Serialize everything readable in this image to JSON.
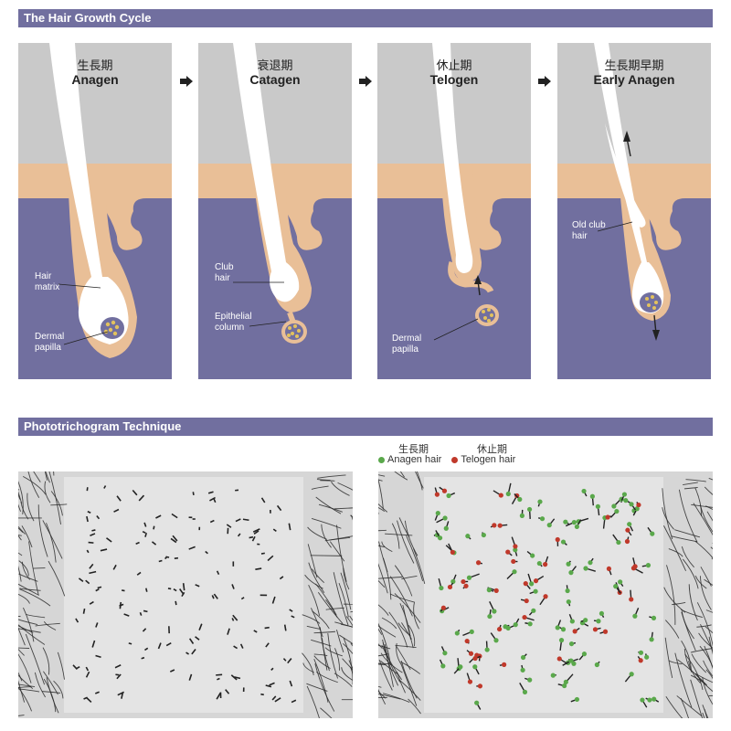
{
  "sections": {
    "cycle_title": "The Hair Growth Cycle",
    "phototrichogram_title": "Phototrichogram Technique"
  },
  "colors": {
    "sky": "#c9c9c9",
    "skin": "#e9bf97",
    "dermis": "#716f9f",
    "hair": "#ffffff",
    "papilla": "#e3c25e",
    "anagen": "#5aa84b",
    "telogen": "#c0392b"
  },
  "stages": [
    {
      "zh": "生長期",
      "en": "Anagen"
    },
    {
      "zh": "衰退期",
      "en": "Catagen"
    },
    {
      "zh": "休止期",
      "en": "Telogen"
    },
    {
      "zh": "生長期早期",
      "en": "Early Anagen"
    }
  ],
  "labels": {
    "hair_matrix": "Hair\nmatrix",
    "dermal_papilla_1": "Dermal\npapilla",
    "club_hair": "Club\nhair",
    "epithelial_column": "Epithelial\ncolumn",
    "dermal_papilla_3": "Dermal\npapilla",
    "old_club_hair": "Old club\nhair"
  },
  "legend": {
    "anagen_zh": "生長期",
    "telogen_zh": "休止期",
    "anagen_label": "Anagen hair",
    "telogen_label": "Telogen hair"
  }
}
